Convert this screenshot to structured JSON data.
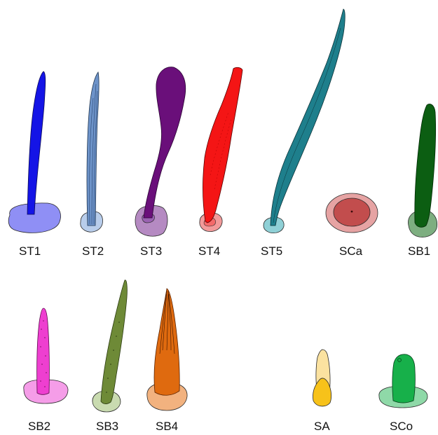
{
  "labels": {
    "st1": "ST1",
    "st2": "ST2",
    "st3": "ST3",
    "st4": "ST4",
    "st5": "ST5",
    "sca": "SCa",
    "sb1": "SB1",
    "sb2": "SB2",
    "sb3": "SB3",
    "sb4": "SB4",
    "sa": "SA",
    "sco": "SCo"
  },
  "colors": {
    "st1": "#1414e6",
    "st2": "#6d93c9",
    "st3": "#6a0f7a",
    "st4": "#f41515",
    "st5": "#1e7f8c",
    "sca": "#c24d4d",
    "sb1": "#0c5e12",
    "sb2": "#ee3fd0",
    "sb3": "#6e8a37",
    "sb4": "#df6a0f",
    "sa": "#f7c21a",
    "sco": "#17b04a"
  }
}
